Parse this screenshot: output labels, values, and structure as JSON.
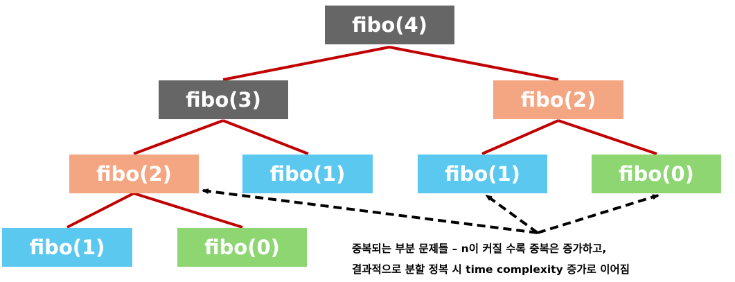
{
  "colors": {
    "gray": "#666666",
    "salmon": "#F4A582",
    "blue": "#5BC8F0",
    "green": "#8DD672",
    "edge": "#C00000",
    "arrow": "#000000"
  },
  "nodes": {
    "root": {
      "label": "fibo(4)",
      "color": "gray"
    },
    "l1_left": {
      "label": "fibo(3)",
      "color": "gray"
    },
    "l1_right": {
      "label": "fibo(2)",
      "color": "salmon"
    },
    "l2_a": {
      "label": "fibo(2)",
      "color": "salmon"
    },
    "l2_b": {
      "label": "fibo(1)",
      "color": "blue"
    },
    "l2_c": {
      "label": "fibo(1)",
      "color": "blue"
    },
    "l2_d": {
      "label": "fibo(0)",
      "color": "green"
    },
    "l3_a": {
      "label": "fibo(1)",
      "color": "blue"
    },
    "l3_b": {
      "label": "fibo(0)",
      "color": "green"
    }
  },
  "note": {
    "line1": "중복되는 부분 문제들 – n이 커질 수록 중복은 증가하고,",
    "line2": "결과적으로 분할 정복 시 time complexity 증가로 이어짐"
  }
}
